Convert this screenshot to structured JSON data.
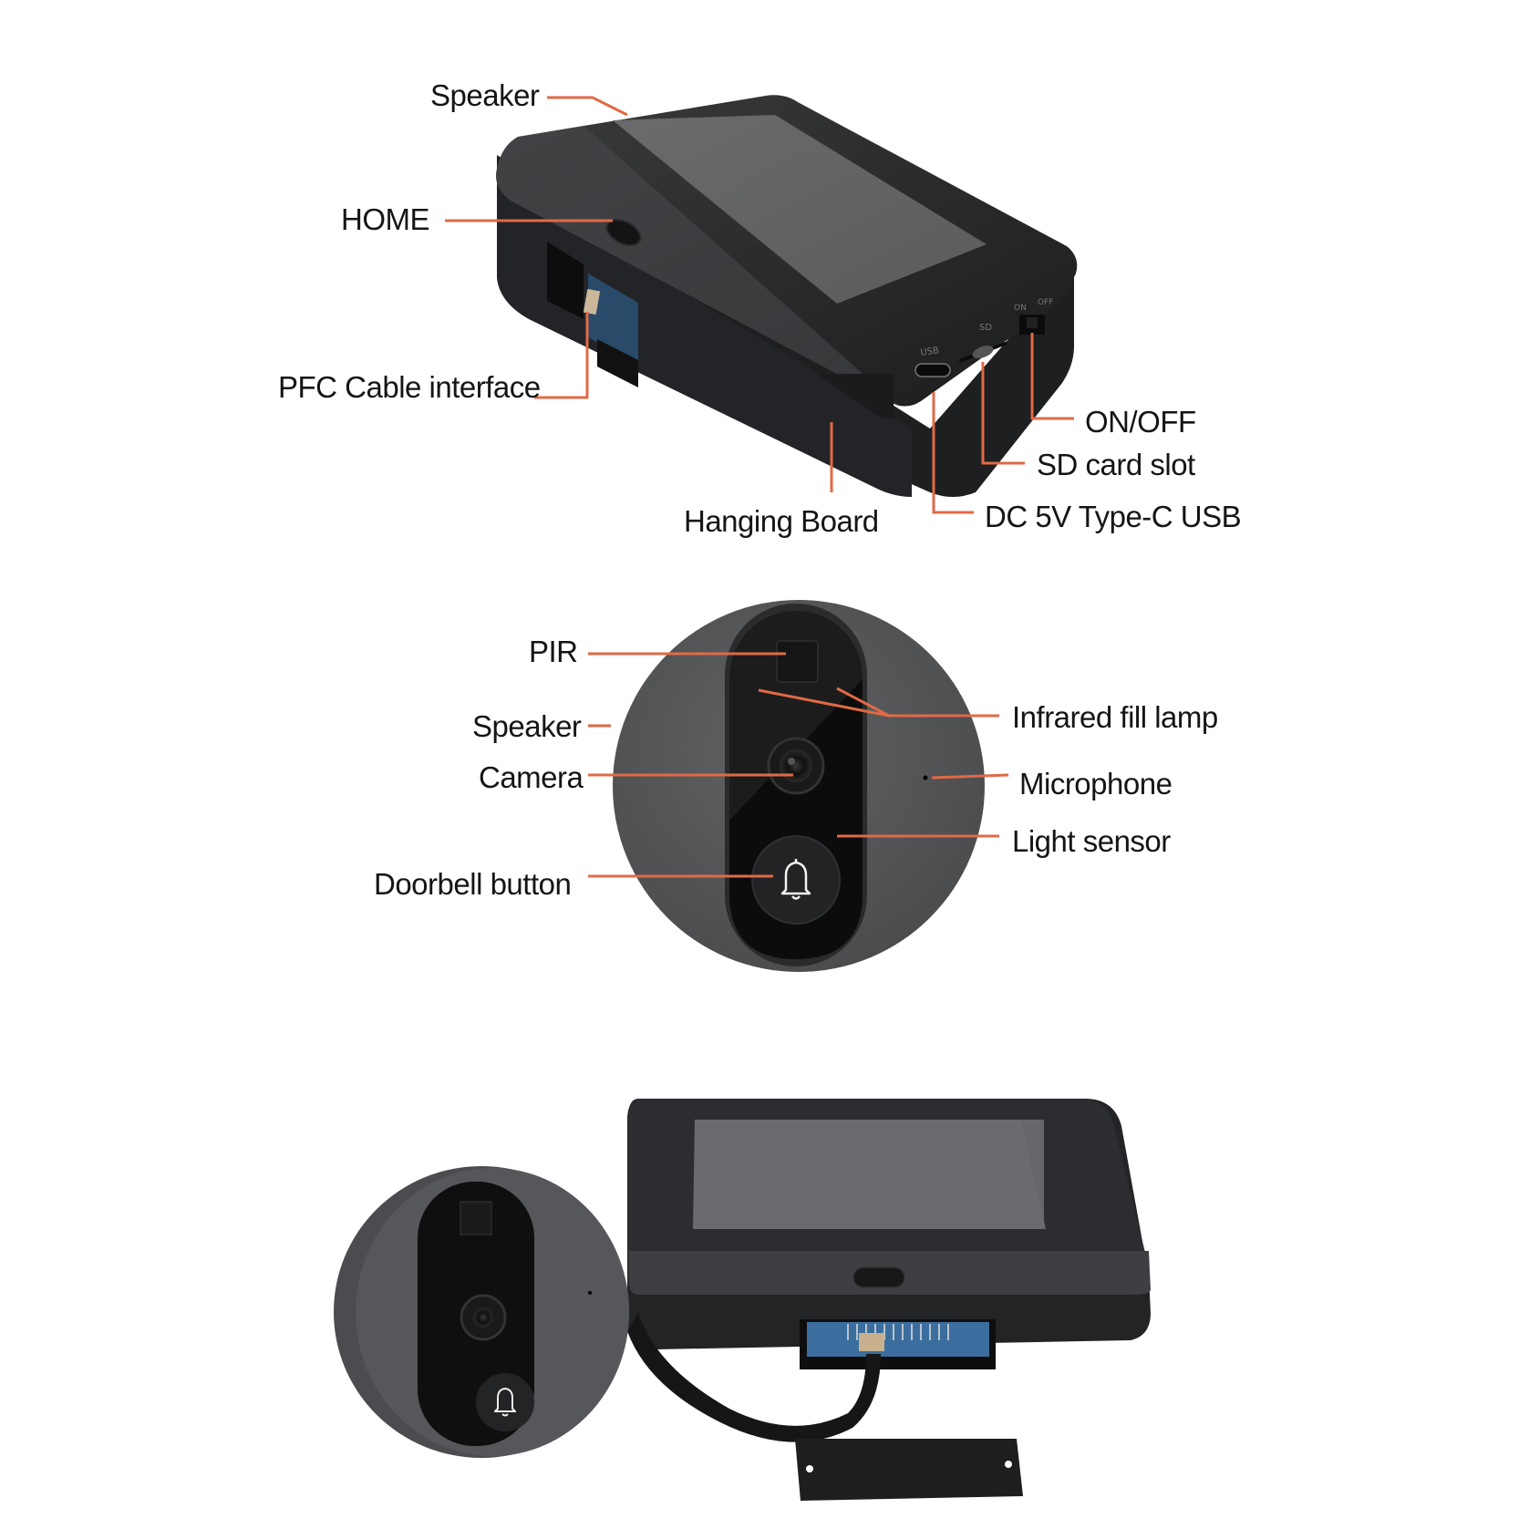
{
  "accent_color": "#e06a45",
  "device_top_view": {
    "callouts": [
      {
        "id": "speaker",
        "label": "Speaker"
      },
      {
        "id": "home",
        "label": "HOME"
      },
      {
        "id": "pfc",
        "label": "PFC Cable interface"
      },
      {
        "id": "hanging",
        "label": "Hanging Board"
      },
      {
        "id": "onoff",
        "label": "ON/OFF"
      },
      {
        "id": "sd",
        "label": "SD card slot"
      },
      {
        "id": "usb",
        "label": "DC 5V Type-C USB"
      }
    ],
    "port_markings": {
      "usb": "USB",
      "sd": "SD",
      "switch_on": "ON",
      "switch_off": "OFF"
    }
  },
  "outdoor_unit_view": {
    "callouts": [
      {
        "id": "pir",
        "label": "PIR"
      },
      {
        "id": "speaker",
        "label": "Speaker"
      },
      {
        "id": "camera",
        "label": "Camera"
      },
      {
        "id": "doorbell",
        "label": "Doorbell button"
      },
      {
        "id": "ir",
        "label": "Infrared fill lamp"
      },
      {
        "id": "mic",
        "label": "Microphone"
      },
      {
        "id": "light",
        "label": "Light sensor"
      }
    ]
  },
  "assembled_view": {
    "components": [
      "outdoor-unit",
      "indoor-monitor",
      "ribbon-cable",
      "hanging-board-plate"
    ]
  }
}
